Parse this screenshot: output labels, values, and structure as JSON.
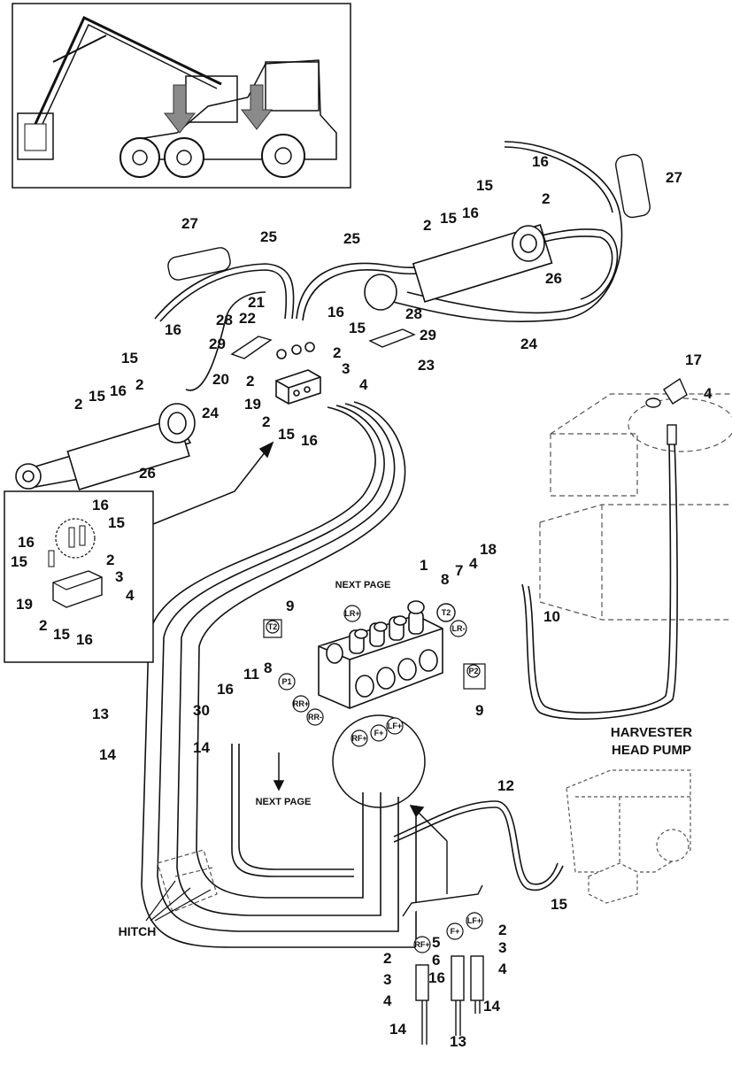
{
  "labels": {
    "harvester_head_pump_line1": "HARVESTER",
    "harvester_head_pump_line2": "HEAD PUMP",
    "next_page": "NEXT PAGE",
    "hitch": "HITCH"
  },
  "ports": {
    "t2": "T2",
    "p1": "P1",
    "p2": "P2",
    "lr_plus": "LR+",
    "lr_minus": "LR-",
    "rr_plus": "RR+",
    "rr_minus": "RR-",
    "rf_plus": "RF+",
    "f_plus": "F+",
    "lf_plus": "LF+"
  },
  "callouts": [
    {
      "id": "c16a",
      "text": "16"
    },
    {
      "id": "c15a",
      "text": "15"
    },
    {
      "id": "c2a",
      "text": "2"
    },
    {
      "id": "c27a",
      "text": "27"
    },
    {
      "id": "c2b",
      "text": "2"
    },
    {
      "id": "c15b",
      "text": "15"
    },
    {
      "id": "c16b",
      "text": "16"
    },
    {
      "id": "c26a",
      "text": "26"
    },
    {
      "id": "c27b",
      "text": "27"
    },
    {
      "id": "c25a",
      "text": "25"
    },
    {
      "id": "c25b",
      "text": "25"
    },
    {
      "id": "c24a",
      "text": "24"
    },
    {
      "id": "c16c",
      "text": "16"
    },
    {
      "id": "c15c",
      "text": "15"
    },
    {
      "id": "c2c",
      "text": "2"
    },
    {
      "id": "c2d",
      "text": "2"
    },
    {
      "id": "c15d",
      "text": "15"
    },
    {
      "id": "c16d",
      "text": "16"
    },
    {
      "id": "c24b",
      "text": "24"
    },
    {
      "id": "c26b",
      "text": "26"
    },
    {
      "id": "c21",
      "text": "21"
    },
    {
      "id": "c28a",
      "text": "28"
    },
    {
      "id": "c22",
      "text": "22"
    },
    {
      "id": "c16e",
      "text": "16"
    },
    {
      "id": "c15e",
      "text": "15"
    },
    {
      "id": "c29a",
      "text": "29"
    },
    {
      "id": "c2e",
      "text": "2"
    },
    {
      "id": "c3a",
      "text": "3"
    },
    {
      "id": "c20",
      "text": "20"
    },
    {
      "id": "c2f",
      "text": "2"
    },
    {
      "id": "c4a",
      "text": "4"
    },
    {
      "id": "c19a",
      "text": "19"
    },
    {
      "id": "c2g",
      "text": "2"
    },
    {
      "id": "c15f",
      "text": "15"
    },
    {
      "id": "c16f",
      "text": "16"
    },
    {
      "id": "c28b",
      "text": "28"
    },
    {
      "id": "c29b",
      "text": "29"
    },
    {
      "id": "c23",
      "text": "23"
    },
    {
      "id": "c17",
      "text": "17"
    },
    {
      "id": "c4b",
      "text": "4"
    },
    {
      "id": "c16g",
      "text": "16"
    },
    {
      "id": "c15g",
      "text": "15"
    },
    {
      "id": "c16h",
      "text": "16"
    },
    {
      "id": "c15h",
      "text": "15"
    },
    {
      "id": "c2h",
      "text": "2"
    },
    {
      "id": "c3b",
      "text": "3"
    },
    {
      "id": "c19b",
      "text": "19"
    },
    {
      "id": "c4c",
      "text": "4"
    },
    {
      "id": "c2i",
      "text": "2"
    },
    {
      "id": "c15i",
      "text": "15"
    },
    {
      "id": "c16i",
      "text": "16"
    },
    {
      "id": "c1",
      "text": "1"
    },
    {
      "id": "c18",
      "text": "18"
    },
    {
      "id": "c8a",
      "text": "8"
    },
    {
      "id": "c7",
      "text": "7"
    },
    {
      "id": "c4d",
      "text": "4"
    },
    {
      "id": "c10",
      "text": "10"
    },
    {
      "id": "c9a",
      "text": "9"
    },
    {
      "id": "c11",
      "text": "11"
    },
    {
      "id": "c8b",
      "text": "8"
    },
    {
      "id": "c16j",
      "text": "16"
    },
    {
      "id": "c30",
      "text": "30"
    },
    {
      "id": "c9b",
      "text": "9"
    },
    {
      "id": "c13a",
      "text": "13"
    },
    {
      "id": "c14a",
      "text": "14"
    },
    {
      "id": "c14b",
      "text": "14"
    },
    {
      "id": "c12",
      "text": "12"
    },
    {
      "id": "c15j",
      "text": "15"
    },
    {
      "id": "c2j",
      "text": "2"
    },
    {
      "id": "c5",
      "text": "5"
    },
    {
      "id": "c3c",
      "text": "3"
    },
    {
      "id": "c2k",
      "text": "2"
    },
    {
      "id": "c6",
      "text": "6"
    },
    {
      "id": "c4e",
      "text": "4"
    },
    {
      "id": "c3d",
      "text": "3"
    },
    {
      "id": "c16k",
      "text": "16"
    },
    {
      "id": "c4f",
      "text": "4"
    },
    {
      "id": "c14c",
      "text": "14"
    },
    {
      "id": "c14d",
      "text": "14"
    },
    {
      "id": "c13b",
      "text": "13"
    }
  ]
}
